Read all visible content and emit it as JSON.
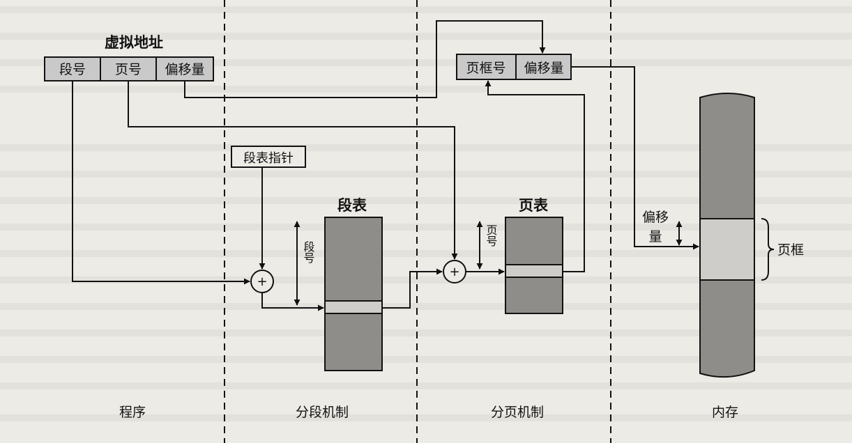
{
  "diagram": {
    "virtual_address": {
      "title": "虚拟地址",
      "fields": [
        "段号",
        "页号",
        "偏移量"
      ]
    },
    "segment_table_pointer": "段表指针",
    "segment_table_title": "段表",
    "segment_number_label": "段号",
    "page_table_title": "页表",
    "page_number_label": "页号",
    "physical_address": {
      "fields": [
        "页框号",
        "偏移量"
      ]
    },
    "memory_offset_label": [
      "偏移",
      "量"
    ],
    "page_frame_label": "页框",
    "adder_symbol": "+",
    "sections": [
      "程序",
      "分段机制",
      "分页机制",
      "内存"
    ]
  },
  "colors": {
    "table_fill": "#8f8d8a",
    "entry_fill": "#cfcdc9",
    "field_fill": "#c9c9c9",
    "memory_fill": "#8f8d8a",
    "frame_fill": "#cfcdc9",
    "line": "#111111"
  }
}
